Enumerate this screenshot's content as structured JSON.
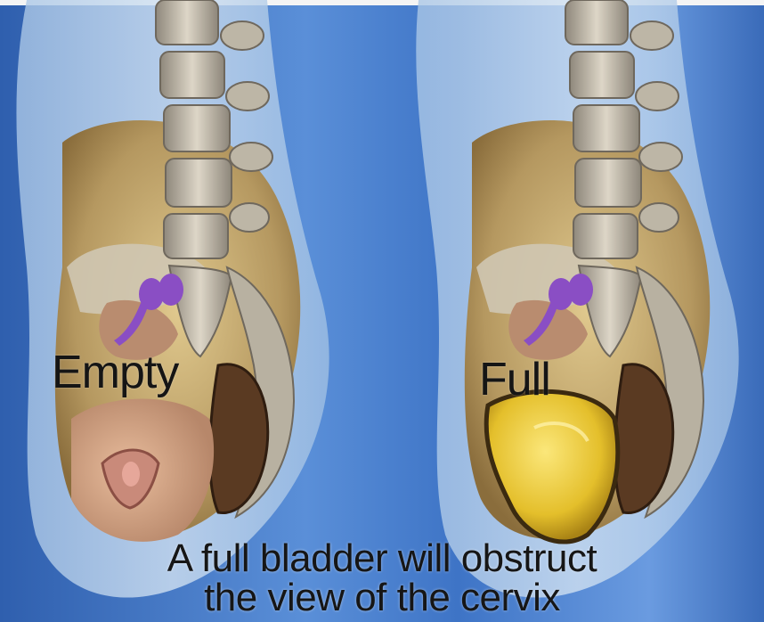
{
  "labels": {
    "left_panel": "Empty",
    "right_panel": "Full"
  },
  "caption": {
    "line1": "A full bladder will obstruct",
    "line2": "the view of the cervix"
  }
}
